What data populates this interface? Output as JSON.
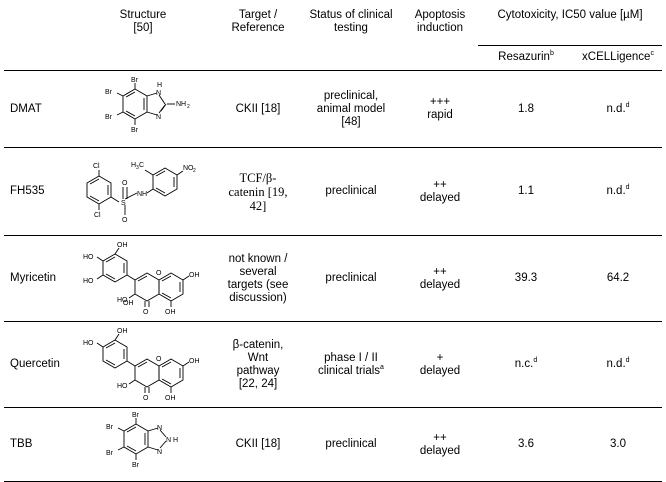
{
  "header": {
    "structure": "Structure",
    "structure_ref": "[50]",
    "target": "Target /",
    "target2": "Reference",
    "status": "Status of clinical",
    "status2": "testing",
    "apoptosis": "Apoptosis",
    "apoptosis2": "induction",
    "cytotoxicity": "Cytotoxicity, IC50 value [µM]",
    "resazurin": "Resazurin",
    "resazurin_sup": "b",
    "xcell": "xCELLigence",
    "xcell_sup": "c"
  },
  "rows": [
    {
      "name": "DMAT",
      "atoms": [
        "Br",
        "Br",
        "Br",
        "Br",
        "H",
        "N",
        "N",
        "NH",
        "2"
      ],
      "target": "CKII [18]",
      "status": [
        "preclinical,",
        "animal model",
        "[48]"
      ],
      "apoptosis": [
        "+++",
        "rapid"
      ],
      "resazurin": "1.8",
      "xcell": "n.d.",
      "xcell_sup": "d"
    },
    {
      "name": "FH535",
      "atoms": [
        "Cl",
        "H",
        "3",
        "C",
        "NO",
        "2",
        "S",
        "NH",
        "O",
        "O",
        "Cl"
      ],
      "target": [
        "TCF/β-",
        "catenin [19,",
        "42]"
      ],
      "status": "preclinical",
      "apoptosis": [
        "++",
        "delayed"
      ],
      "resazurin": "1.1",
      "xcell": "n.d.",
      "xcell_sup": "d"
    },
    {
      "name": "Myricetin",
      "atoms": [
        "HO",
        "HO",
        "OH",
        "OH",
        "O",
        "OH",
        "HO",
        "O",
        "OH"
      ],
      "target": [
        "not known /",
        "several",
        "targets (see",
        "discussion)"
      ],
      "status": "preclinical",
      "apoptosis": [
        "++",
        "delayed"
      ],
      "resazurin": "39.3",
      "xcell": "64.2"
    },
    {
      "name": "Quercetin",
      "atoms": [
        "HO",
        "OH",
        "O",
        "OH",
        "HO",
        "O",
        "OH"
      ],
      "target": [
        "β-catenin,",
        "Wnt",
        "pathway",
        "[22, 24]"
      ],
      "status": [
        "phase I / II",
        "clinical trials"
      ],
      "status_sup": "a",
      "apoptosis": [
        "+",
        "delayed"
      ],
      "resazurin": "n.c.",
      "resazurin_sup": "d",
      "xcell": "n.d.",
      "xcell_sup": "d"
    },
    {
      "name": "TBB",
      "atoms": [
        "Br",
        "Br",
        "Br",
        "Br",
        "N",
        "N",
        "N",
        "H"
      ],
      "target": "CKII [18]",
      "status": "preclinical",
      "apoptosis": [
        "++",
        "delayed"
      ],
      "resazurin": "3.6",
      "xcell": "3.0"
    }
  ]
}
